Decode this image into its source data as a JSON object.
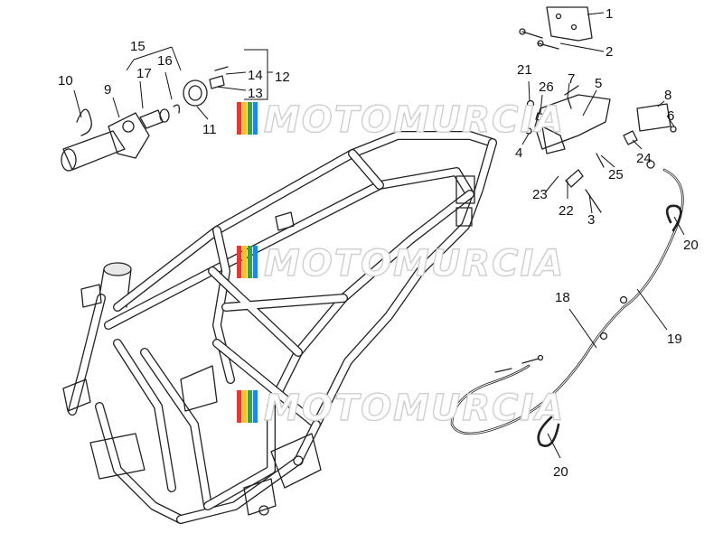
{
  "watermark": {
    "text": "MOTOMURCIA",
    "colors": [
      "#e53935",
      "#fbc02d",
      "#43a047",
      "#1e88e5"
    ]
  },
  "colors": {
    "line": "#222222",
    "background": "#ffffff",
    "label": "#111111"
  },
  "labels": {
    "p1": "1",
    "p2": "2",
    "p3": "3",
    "p4": "4",
    "p5": "5",
    "p6": "6",
    "p7": "7",
    "p8": "8",
    "p9": "9",
    "p10": "10",
    "p11": "11",
    "p12": "12",
    "p13": "13",
    "p14": "14",
    "p15": "15",
    "p16": "16",
    "p17": "17",
    "p18": "18",
    "p19": "19",
    "p20a": "20",
    "p20b": "20",
    "p21": "21",
    "p22": "22",
    "p23": "23",
    "p24": "24",
    "p25": "25",
    "p26": "26"
  }
}
